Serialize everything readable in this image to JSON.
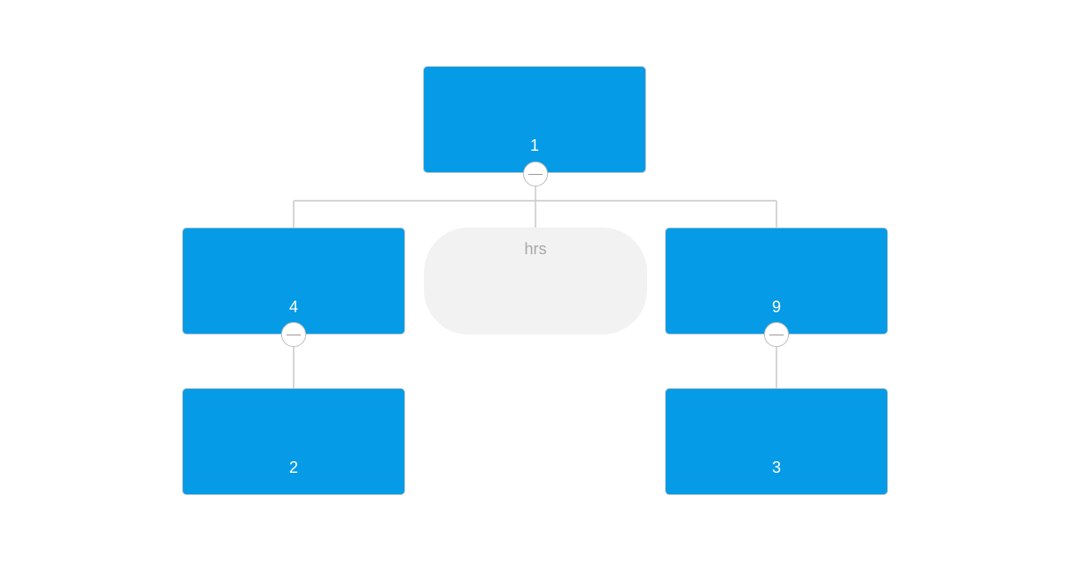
{
  "diagram": {
    "root": {
      "label": "1",
      "color": "#059be6"
    },
    "assistant": {
      "label": "hrs",
      "color": "#f2f2f2"
    },
    "left_child": {
      "label": "4",
      "color": "#059be6"
    },
    "right_child": {
      "label": "9",
      "color": "#059be6"
    },
    "left_grandchild": {
      "label": "2",
      "color": "#059be6"
    },
    "right_grandchild": {
      "label": "3",
      "color": "#059be6"
    },
    "collapse_icon": "minus-icon",
    "connector_color": "#c8c8c8"
  }
}
